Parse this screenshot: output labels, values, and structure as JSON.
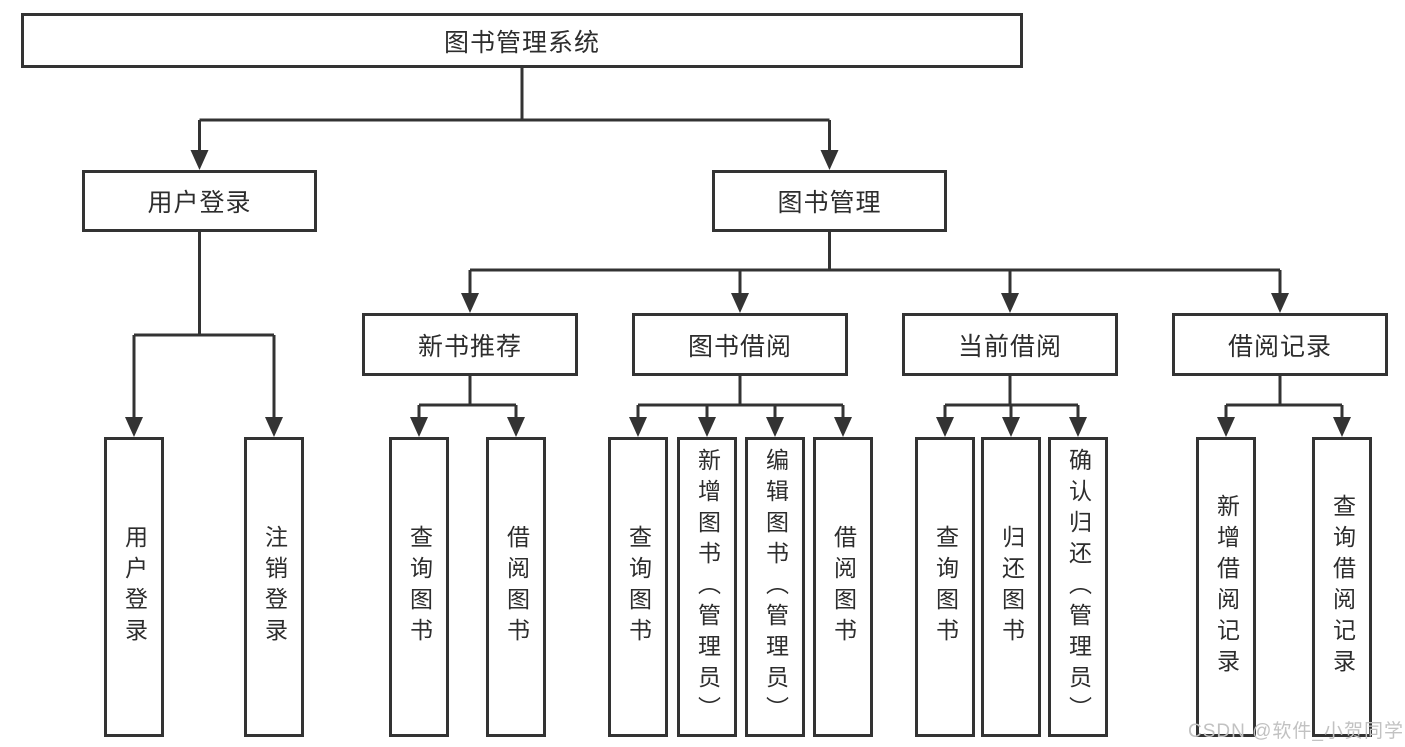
{
  "diagram": {
    "root": {
      "label": "图书管理系统"
    },
    "branches": [
      {
        "label": "用户登录",
        "children": [
          "用户登录",
          "注销登录"
        ]
      },
      {
        "label": "图书管理",
        "sections": [
          {
            "label": "新书推荐",
            "children": [
              "查询图书",
              "借阅图书"
            ]
          },
          {
            "label": "图书借阅",
            "children": [
              "查询图书",
              "新增图书（管理员）",
              "编辑图书（管理员）",
              "借阅图书"
            ]
          },
          {
            "label": "当前借阅",
            "children": [
              "查询图书",
              "归还图书",
              "确认归还（管理员）"
            ]
          },
          {
            "label": "借阅记录",
            "children": [
              "新增借阅记录",
              "查询借阅记录"
            ]
          }
        ]
      }
    ]
  },
  "watermark": {
    "text": "CSDN @软件_小贺同学"
  },
  "colors": {
    "line": "#333333",
    "text": "#2d2d2d",
    "watermark": "#c2c2c2",
    "background": "#ffffff"
  }
}
